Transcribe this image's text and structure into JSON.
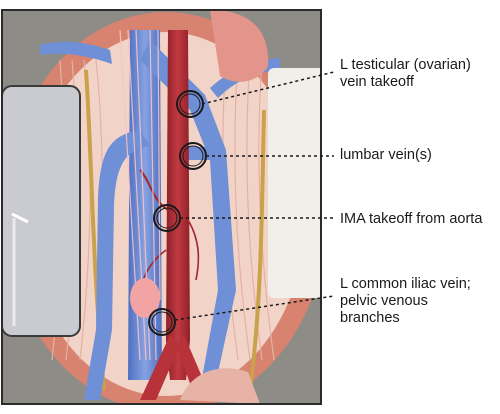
{
  "annotations": [
    {
      "id": "testicular",
      "lines": [
        "L testicular (ovarian)",
        "vein takeoff"
      ]
    },
    {
      "id": "lumbar",
      "lines": [
        "lumbar vein(s)"
      ]
    },
    {
      "id": "ima",
      "lines": [
        "IMA takeoff from aorta"
      ]
    },
    {
      "id": "iliac",
      "lines": [
        "L common iliac vein;",
        "pelvic venous",
        "branches"
      ]
    }
  ],
  "colors": {
    "frame": "#2b2b2b",
    "background_gray": "#8a8a86",
    "abdominal_wall": "#d98a78",
    "peritoneum": "#f3d8cf",
    "vein": "#6f8fd6",
    "vein_dark": "#4f6fc0",
    "aorta": "#b8323a",
    "aorta_dark": "#8e2028",
    "ureter": "#c9a24b",
    "marker_ring": "#1a1a1a"
  }
}
